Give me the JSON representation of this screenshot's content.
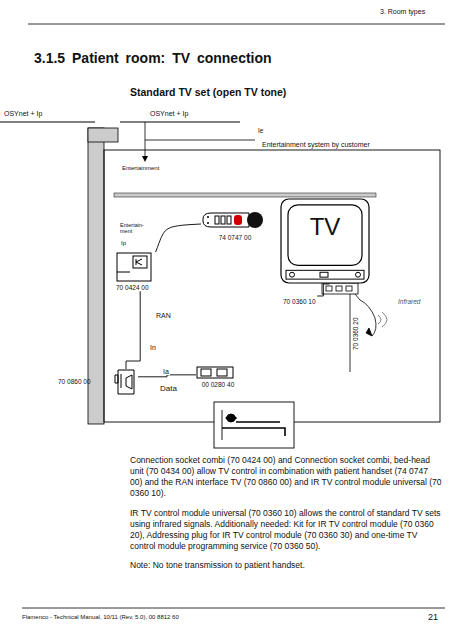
{
  "diagram": {
    "title": "3.1.5 Patient room: TV connection",
    "nodes": [
      {
        "text": [
          "70 0424 00"
        ]
      },
      {
        "text": [
          "74 0747 00"
        ]
      },
      {
        "text": [
          "TV"
        ]
      },
      {
        "text": [
          "70 0360 10"
        ]
      },
      {
        "text": [
          "70 0860 00"
        ]
      },
      {
        "text": [
          "00 0280 40"
        ]
      }
    ],
    "edges": [
      {
        "from": 1,
        "to": 0,
        "arrow": "none"
      },
      {
        "from": 0,
        "to": 4,
        "arrow": "none",
        "label": "RAN"
      },
      {
        "from": 4,
        "to": 5,
        "arrow": "none",
        "label": "Ia"
      },
      {
        "from": 3,
        "to": 2,
        "arrow": "none"
      }
    ],
    "labels": [
      "3. Room types",
      "Standard TV set (open TV tone)",
      "OSYnet + Ip",
      "OSYnet + Ip",
      "Ie",
      "Entertainment system by customer",
      "Entertainment",
      "Entertain- ment",
      "Ip",
      "70 0360 20",
      "Infrared",
      "In",
      "Data",
      "Connection socket combi (70 0424 00) and Connection socket combi, bed-head unit (70 0434 00) allow TV control in combination with patient handset (74 0747 00) and the RAN interface TV (70 0860 00) and IR TV control module universal (70 0360 10).",
      "IR TV control module universal (70 0360 10) allows the control of standard TV sets using infrared signals. Additionally needed: Kit for IR TV control module (70 0360 20), Addressing plug for IR TV control module (70 0360 30) and one-time TV control module programming service (70 0360 50).",
      "Note: No tone transmission to patient handset.",
      "Flamenco - Technical Manual, 10/11 (Rev. 5.0), 00 8812 60",
      "21"
    ]
  }
}
